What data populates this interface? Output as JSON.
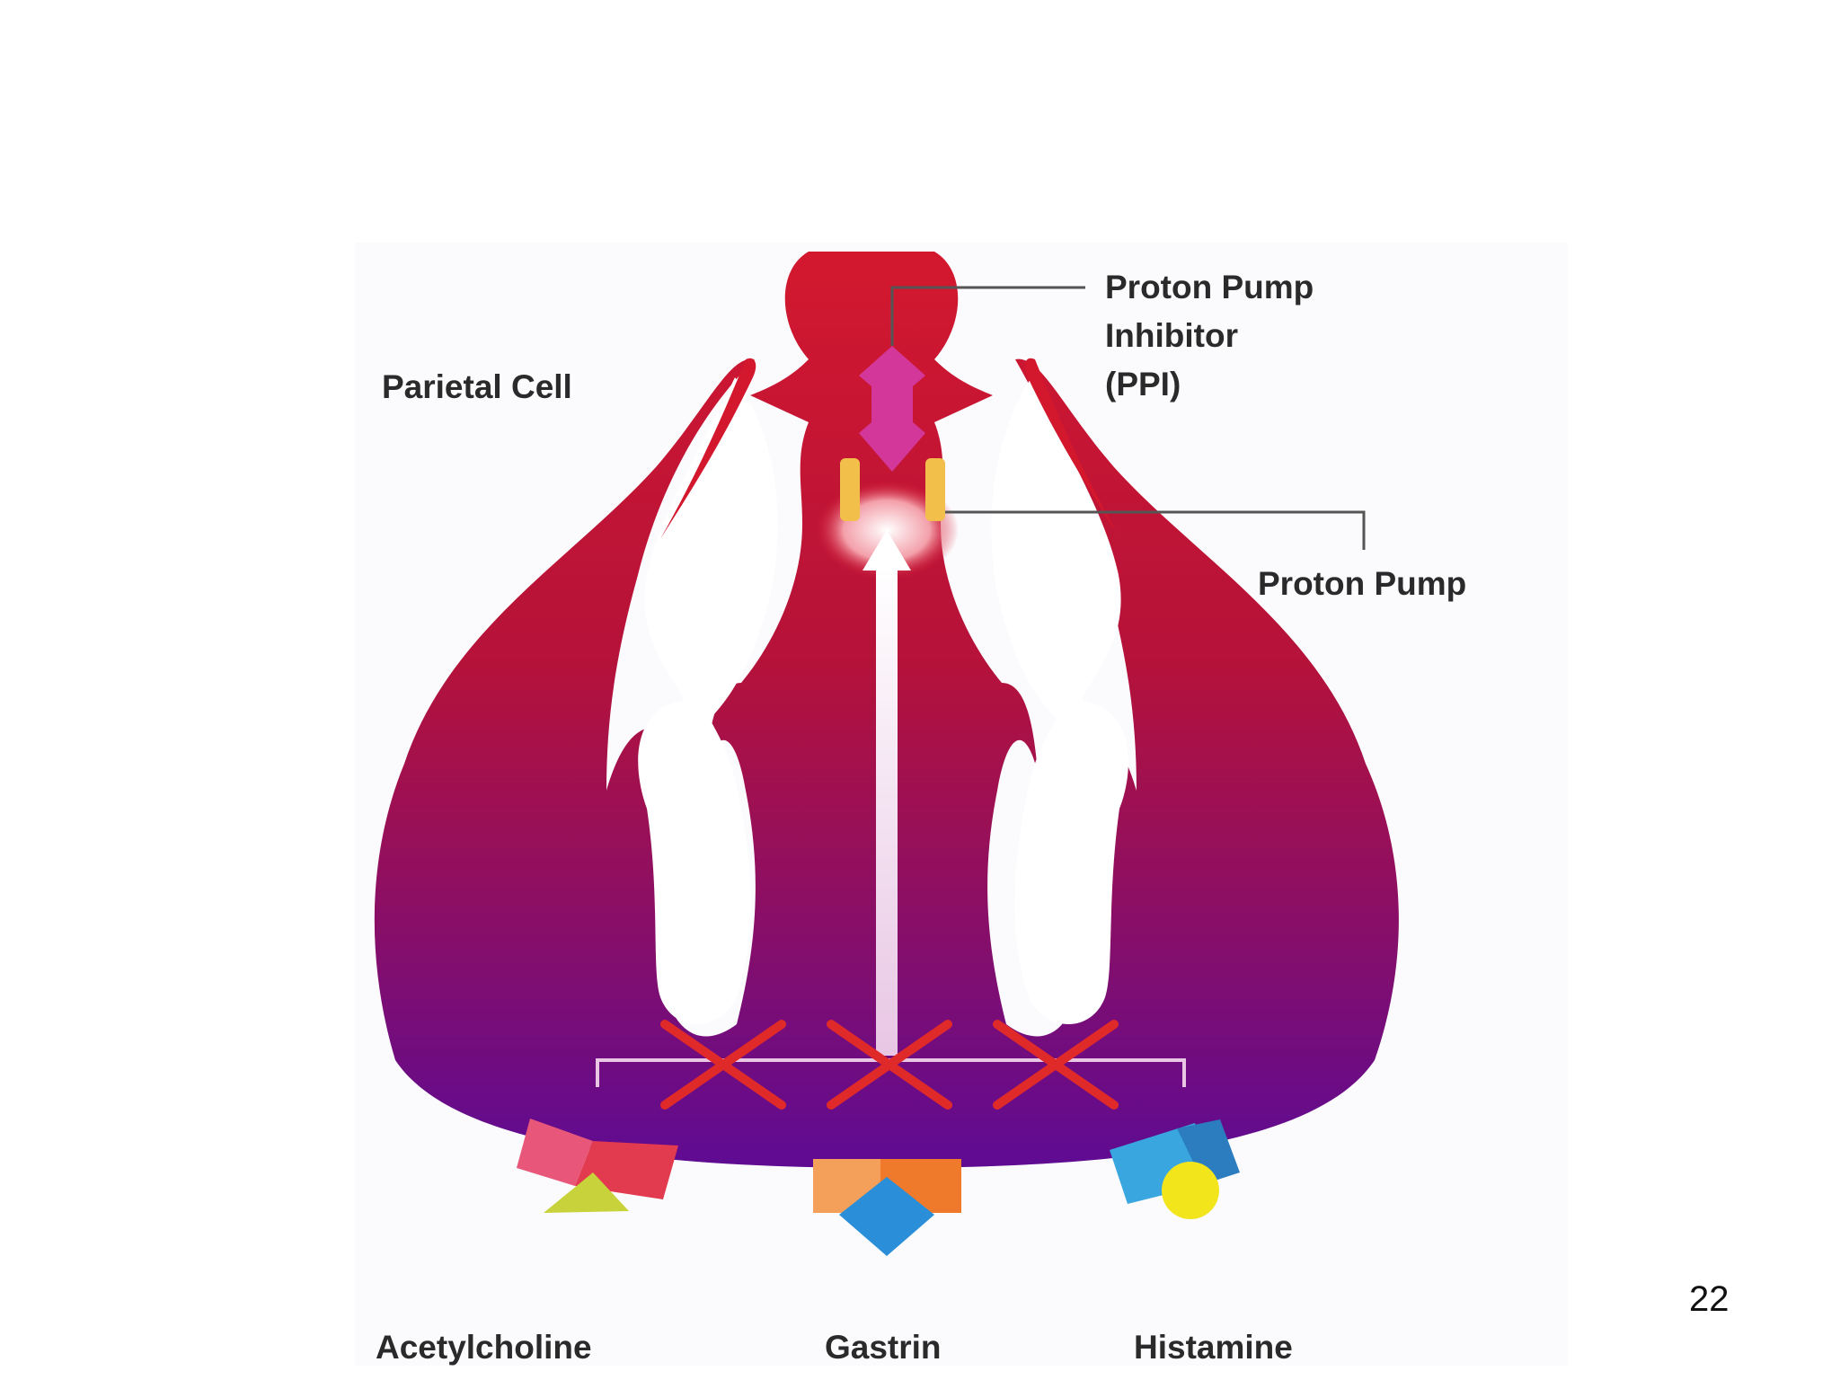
{
  "labels": {
    "parietal_cell": "Parietal Cell",
    "ppi_line1": "Proton Pump",
    "ppi_line2": "Inhibitor",
    "ppi_line3": "(PPI)",
    "proton_pump": "Proton Pump",
    "acetylcholine": "Acetylcholine",
    "gastrin": "Gastrin",
    "histamine": "Histamine"
  },
  "page_number": "22",
  "colors": {
    "cell_top": "#d3182e",
    "cell_mid": "#b5123a",
    "cell_bottom": "#6a0a8c",
    "ppi_drug": "#d4379a",
    "pump_channels": "#f2c04a",
    "block_marks": "#e02a2a",
    "leader_lines": "#555555",
    "acetylcholine_receptor": "#e23a4e",
    "acetylcholine_ligand": "#c8d23a",
    "gastrin_receptor": "#f08a3c",
    "gastrin_ligand": "#2a8fd8",
    "histamine_receptor": "#3aa6e0",
    "histamine_ligand": "#f2e51c"
  }
}
